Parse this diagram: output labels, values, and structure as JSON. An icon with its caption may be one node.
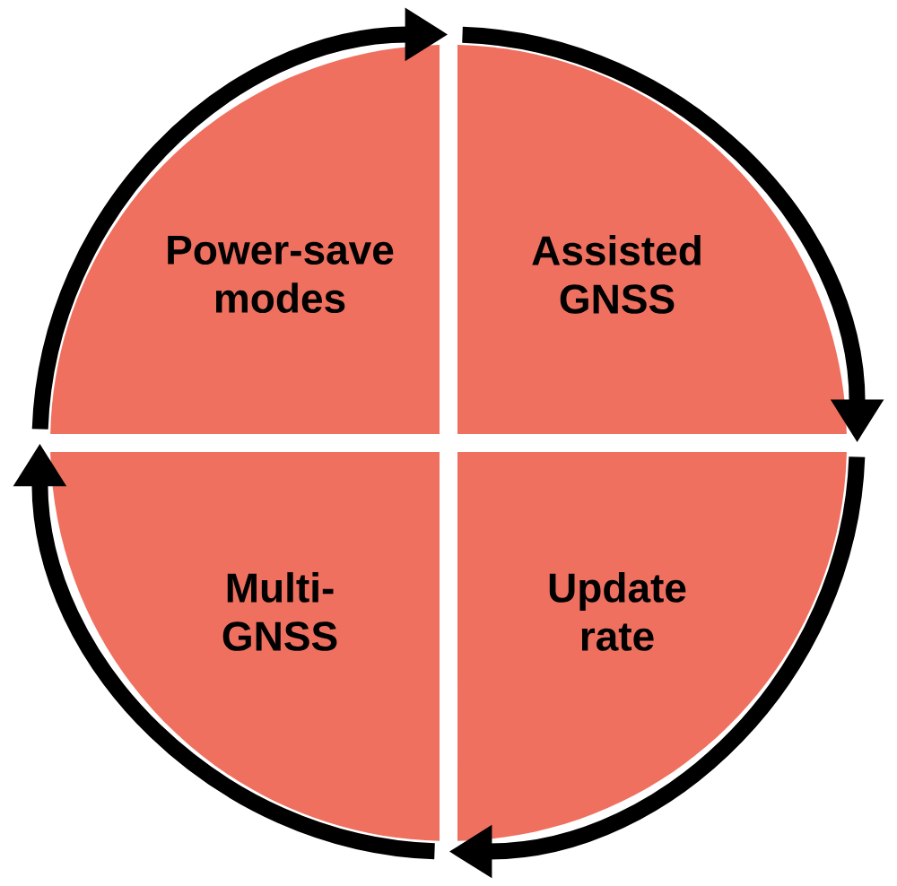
{
  "diagram": {
    "nodes": [
      {
        "text": [
          "Power-save modes"
        ]
      },
      {
        "text": [
          "Assisted GNSS"
        ]
      },
      {
        "text": [
          "Multi-GNSS"
        ]
      },
      {
        "text": [
          "Update rate"
        ]
      }
    ],
    "edges": [
      {
        "from": 0,
        "to": 1,
        "arrow": "to"
      },
      {
        "from": 1,
        "to": 3,
        "arrow": "to"
      },
      {
        "from": 3,
        "to": 2,
        "arrow": "to"
      },
      {
        "from": 2,
        "to": 0,
        "arrow": "to"
      }
    ]
  }
}
